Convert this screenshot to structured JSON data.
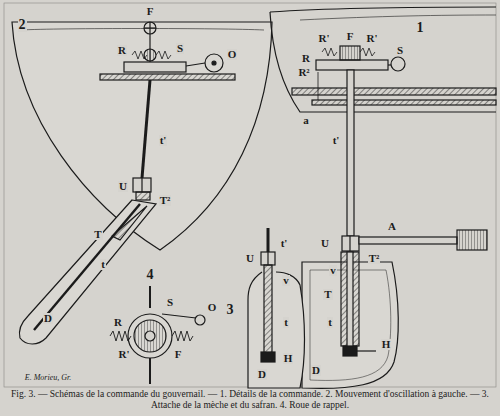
{
  "diagram": {
    "caption": "Fig. 3. — Schémas de la commande du gouvernail. — 1. Détails de la commande. 2. Mouvement d'oscillation à gauche. — 3. Attache de la mèche et du safran. 4. Roue de rappel.",
    "labels": [
      "2",
      "F",
      "R",
      "S",
      "O",
      "t'",
      "U",
      "T²",
      "T",
      "t",
      "D",
      "4",
      "S",
      "O",
      "R",
      "R'",
      "F",
      "1",
      "R'",
      "F",
      "R'",
      "S",
      "R",
      "R²",
      "a",
      "t'",
      "U",
      "A",
      "v",
      "T²",
      "T",
      "t",
      "H",
      "D",
      "3",
      "U",
      "t'",
      "v",
      "t",
      "H",
      "D",
      "E. Morieu, Gr."
    ]
  }
}
